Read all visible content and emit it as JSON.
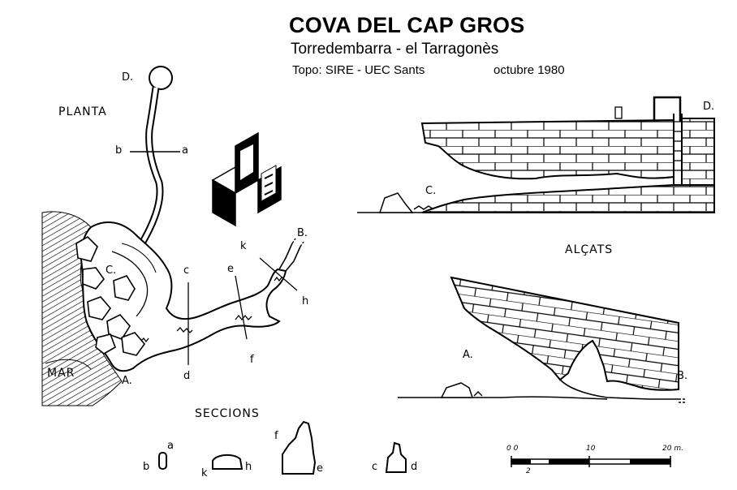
{
  "header": {
    "title": "COVA DEL CAP GROS",
    "subtitle": "Torredembarra - el Tarragonès",
    "topo": "Topo: SIRE - UEC Sants",
    "date": "octubre 1980"
  },
  "plan": {
    "label": "PLANTA",
    "sea": "MAR",
    "points": {
      "a": "a",
      "b": "b",
      "c": "c",
      "d": "d",
      "e": "e",
      "f": "f",
      "h": "h",
      "k": "k"
    },
    "entrances": {
      "A": "A.",
      "B": "B.",
      "C": "C.",
      "D": "D."
    }
  },
  "elevation": {
    "label": "ALÇATS",
    "top": {
      "C": "C.",
      "D": "D."
    },
    "bottom": {
      "A": "A.",
      "B": "B."
    }
  },
  "sections": {
    "label": "SECCIONS",
    "a": "a",
    "b": "b",
    "k": "k",
    "h": "h",
    "f": "f",
    "e": "e",
    "c": "c",
    "d": "d"
  },
  "scale": {
    "labels": [
      "0 0",
      "10",
      "20 m."
    ],
    "sub": "2"
  }
}
